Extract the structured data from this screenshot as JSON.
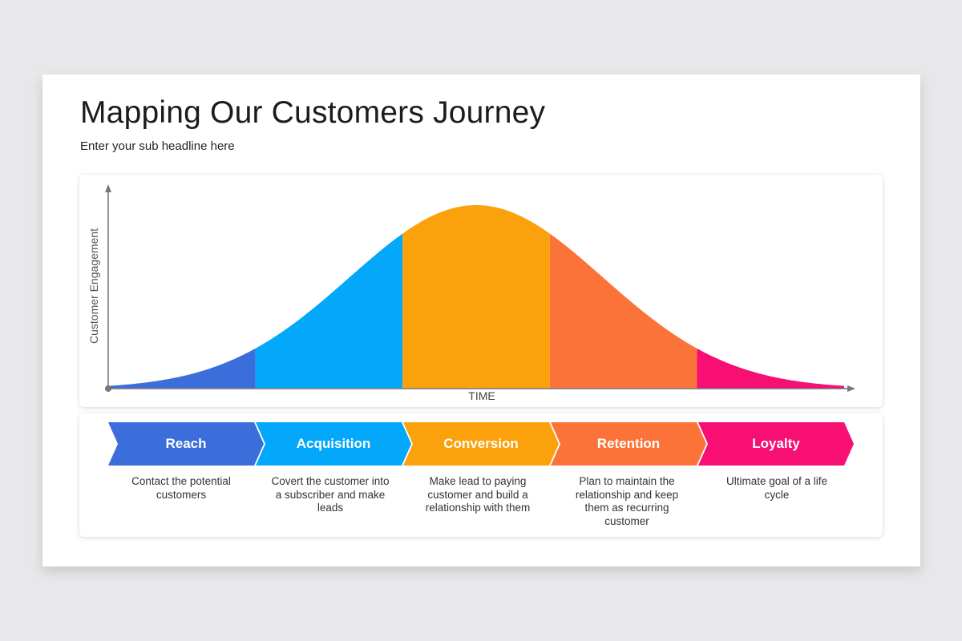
{
  "slide": {
    "title": "Mapping Our Customers Journey",
    "subtitle": "Enter your sub headline here"
  },
  "chart": {
    "y_axis_label": "Customer Engagement",
    "x_axis_label": "TIME",
    "segments": [
      {
        "name": "Reach",
        "color": "#3b6ddb"
      },
      {
        "name": "Acquisition",
        "color": "#03a8fb"
      },
      {
        "name": "Conversion",
        "color": "#fba10b"
      },
      {
        "name": "Retention",
        "color": "#fc7339"
      },
      {
        "name": "Loyalty",
        "color": "#f70f73"
      }
    ]
  },
  "steps": [
    {
      "label": "Reach",
      "description": "Contact the potential customers",
      "color": "#3b6ddb"
    },
    {
      "label": "Acquisition",
      "description": "Covert the customer into a subscriber and make leads",
      "color": "#03a8fb"
    },
    {
      "label": "Conversion",
      "description": "Make lead to paying customer and build a relationship with them",
      "color": "#fba10b"
    },
    {
      "label": "Retention",
      "description": "Plan to maintain the relationship and keep them as recurring customer",
      "color": "#fc7339"
    },
    {
      "label": "Loyalty",
      "description": "Ultimate goal of a life cycle",
      "color": "#f70f73"
    }
  ]
}
